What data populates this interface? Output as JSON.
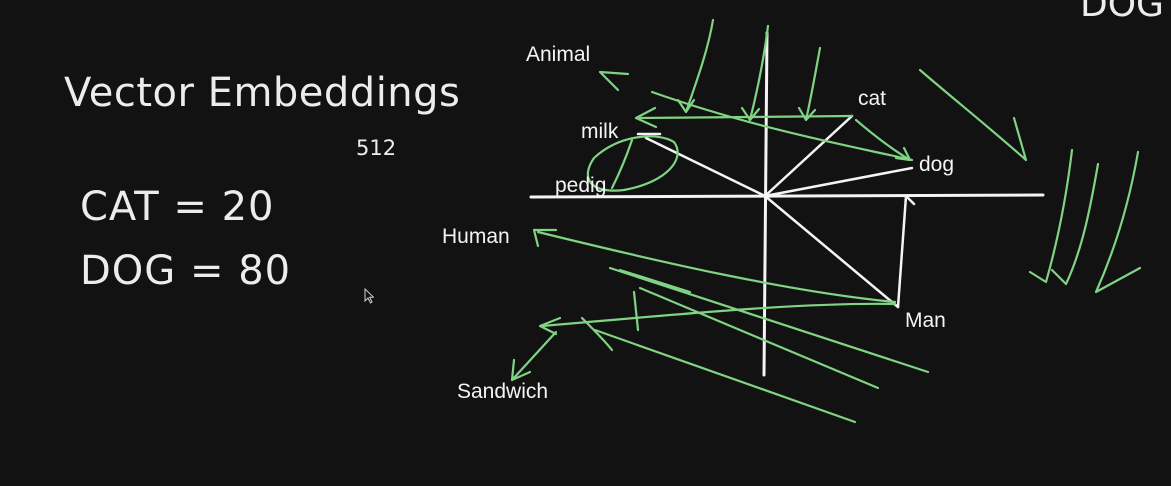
{
  "slide": {
    "title": "Vector Embeddings",
    "dimension_note": "512",
    "equations": [
      "CAT = 20",
      "DOG = 80"
    ],
    "corner_text": "DOG",
    "colors": {
      "background": "#121212",
      "ink": "#f2f2f2",
      "annotation": "#7fd383"
    }
  },
  "diagram": {
    "labels": {
      "animal": "Animal",
      "cat": "cat",
      "milk": "milk",
      "dog": "dog",
      "pedig": "pedig",
      "human": "Human",
      "man": "Man",
      "sandwich": "Sandwich"
    }
  },
  "cursor": {
    "icon": "mouse-pointer-icon"
  }
}
